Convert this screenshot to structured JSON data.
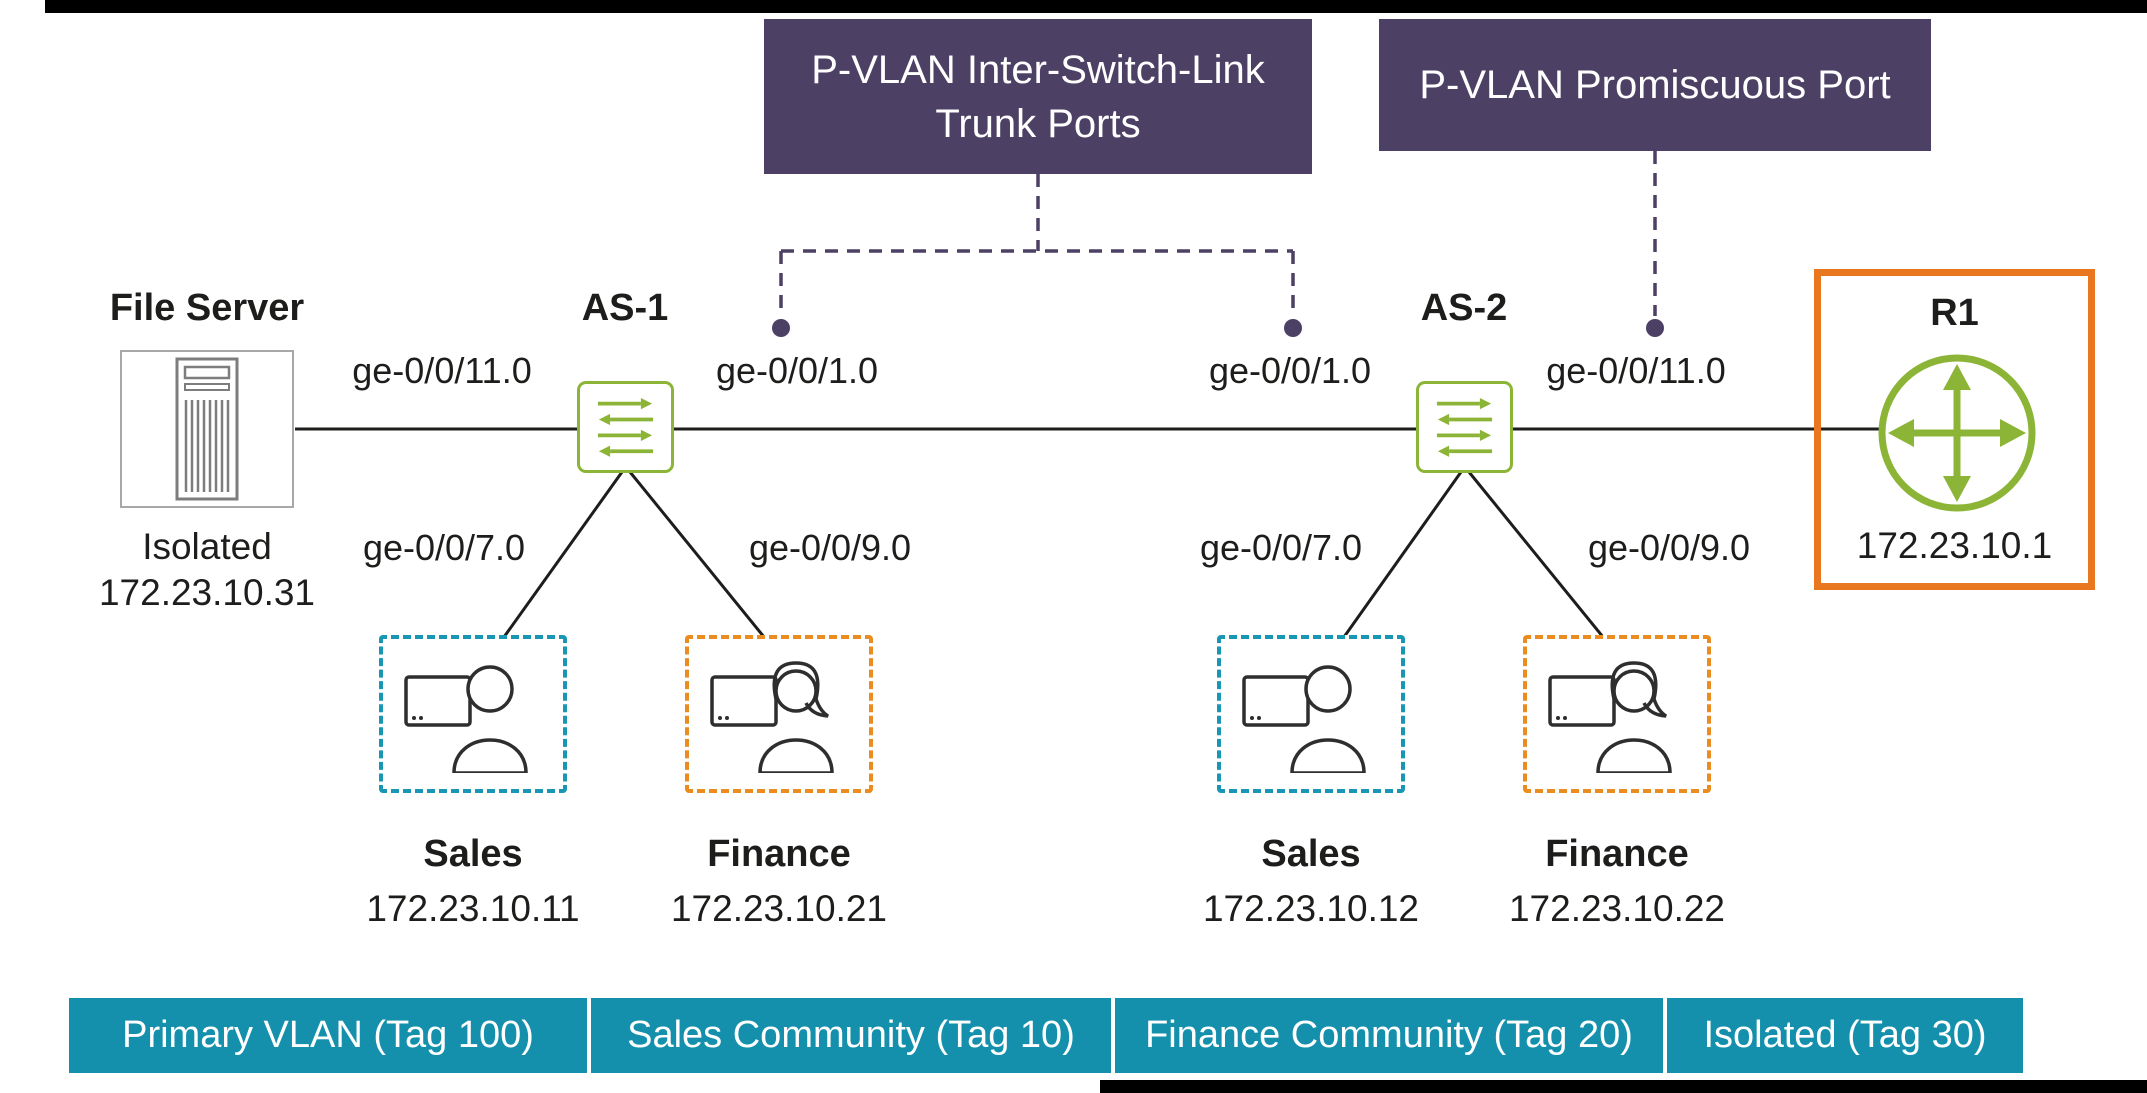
{
  "callouts": {
    "trunk": "P-VLAN Inter-Switch-Link Trunk Ports",
    "promiscuous": "P-VLAN Promiscuous Port"
  },
  "file_server": {
    "label": "File Server",
    "mode": "Isolated",
    "ip": "172.23.10.31"
  },
  "switches": [
    {
      "name": "AS-1"
    },
    {
      "name": "AS-2"
    }
  ],
  "router": {
    "name": "R1",
    "ip": "172.23.10.1"
  },
  "ports": {
    "as1_left": "ge-0/0/11.0",
    "as1_right": "ge-0/0/1.0",
    "as2_left": "ge-0/0/1.0",
    "as2_right": "ge-0/0/11.0",
    "as1_sales": "ge-0/0/7.0",
    "as1_finance": "ge-0/0/9.0",
    "as2_sales": "ge-0/0/7.0",
    "as2_finance": "ge-0/0/9.0"
  },
  "endpoints": [
    {
      "name": "Sales",
      "ip": "172.23.10.11",
      "type": "sales"
    },
    {
      "name": "Finance",
      "ip": "172.23.10.21",
      "type": "finance"
    },
    {
      "name": "Sales",
      "ip": "172.23.10.12",
      "type": "sales"
    },
    {
      "name": "Finance",
      "ip": "172.23.10.22",
      "type": "finance"
    }
  ],
  "legend": [
    {
      "label": "Primary VLAN (Tag 100)"
    },
    {
      "label": "Sales Community (Tag 10)"
    },
    {
      "label": "Finance Community (Tag 20)"
    },
    {
      "label": "Isolated (Tag 30)"
    }
  ],
  "colors": {
    "callout_bg": "#4c4065",
    "legend_bg": "#1590ac",
    "switch_green": "#8cb537",
    "router_orange": "#e8771f",
    "sales_border": "#1996b3",
    "finance_border": "#ea8c1f",
    "line": "#1d1d1b"
  }
}
